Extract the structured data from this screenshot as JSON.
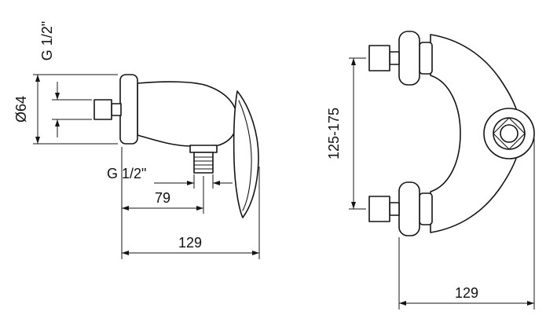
{
  "drawing": {
    "type": "technical-dimension-drawing",
    "subject": "wall-mounted shower mixer tap, two projection views",
    "style": {
      "line_color": "#141414",
      "background": "#ffffff",
      "text_color": "#111111"
    },
    "side_view": {
      "name": "side view",
      "labels": {
        "inlet_thread": "G 1/2\"",
        "flange_diameter": "Ø64",
        "outlet_thread": "G 1/2\"",
        "spout_offset": "79",
        "depth": "129"
      }
    },
    "front_view": {
      "name": "front view",
      "labels": {
        "inlet_spacing": "125-175",
        "depth": "129"
      }
    }
  }
}
